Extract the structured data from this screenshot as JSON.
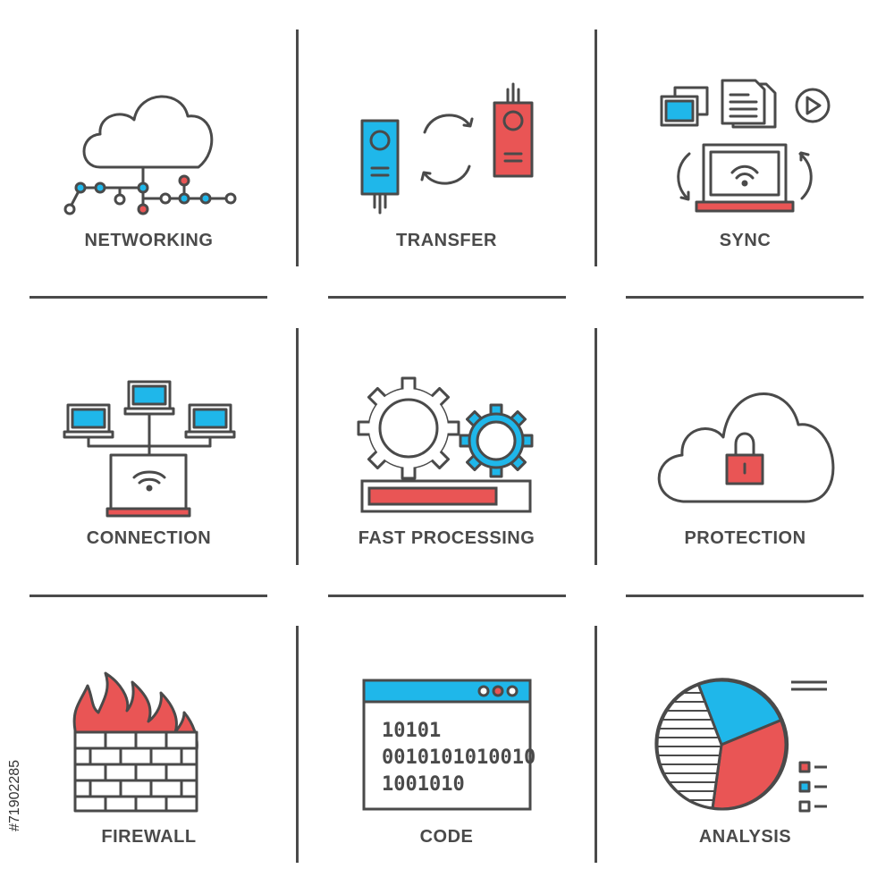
{
  "colors": {
    "stroke": "#4a4a4a",
    "blue": "#1fb7ea",
    "red": "#e95555",
    "white": "#ffffff"
  },
  "tiles": [
    {
      "label": "NETWORKING",
      "icon": "cloud-network-icon"
    },
    {
      "label": "TRANSFER",
      "icon": "device-transfer-icon"
    },
    {
      "label": "SYNC",
      "icon": "laptop-sync-icon"
    },
    {
      "label": "CONNECTION",
      "icon": "computer-network-icon"
    },
    {
      "label": "FAST PROCESSING",
      "icon": "gears-progress-icon"
    },
    {
      "label": "PROTECTION",
      "icon": "cloud-lock-icon"
    },
    {
      "label": "FIREWALL",
      "icon": "brick-wall-fire-icon"
    },
    {
      "label": "CODE",
      "icon": "code-window-icon"
    },
    {
      "label": "ANALYSIS",
      "icon": "pie-chart-icon"
    }
  ],
  "code_window": {
    "lines": [
      "10101",
      "0010101010010",
      "1001010"
    ]
  },
  "stock_id": "#71902285"
}
